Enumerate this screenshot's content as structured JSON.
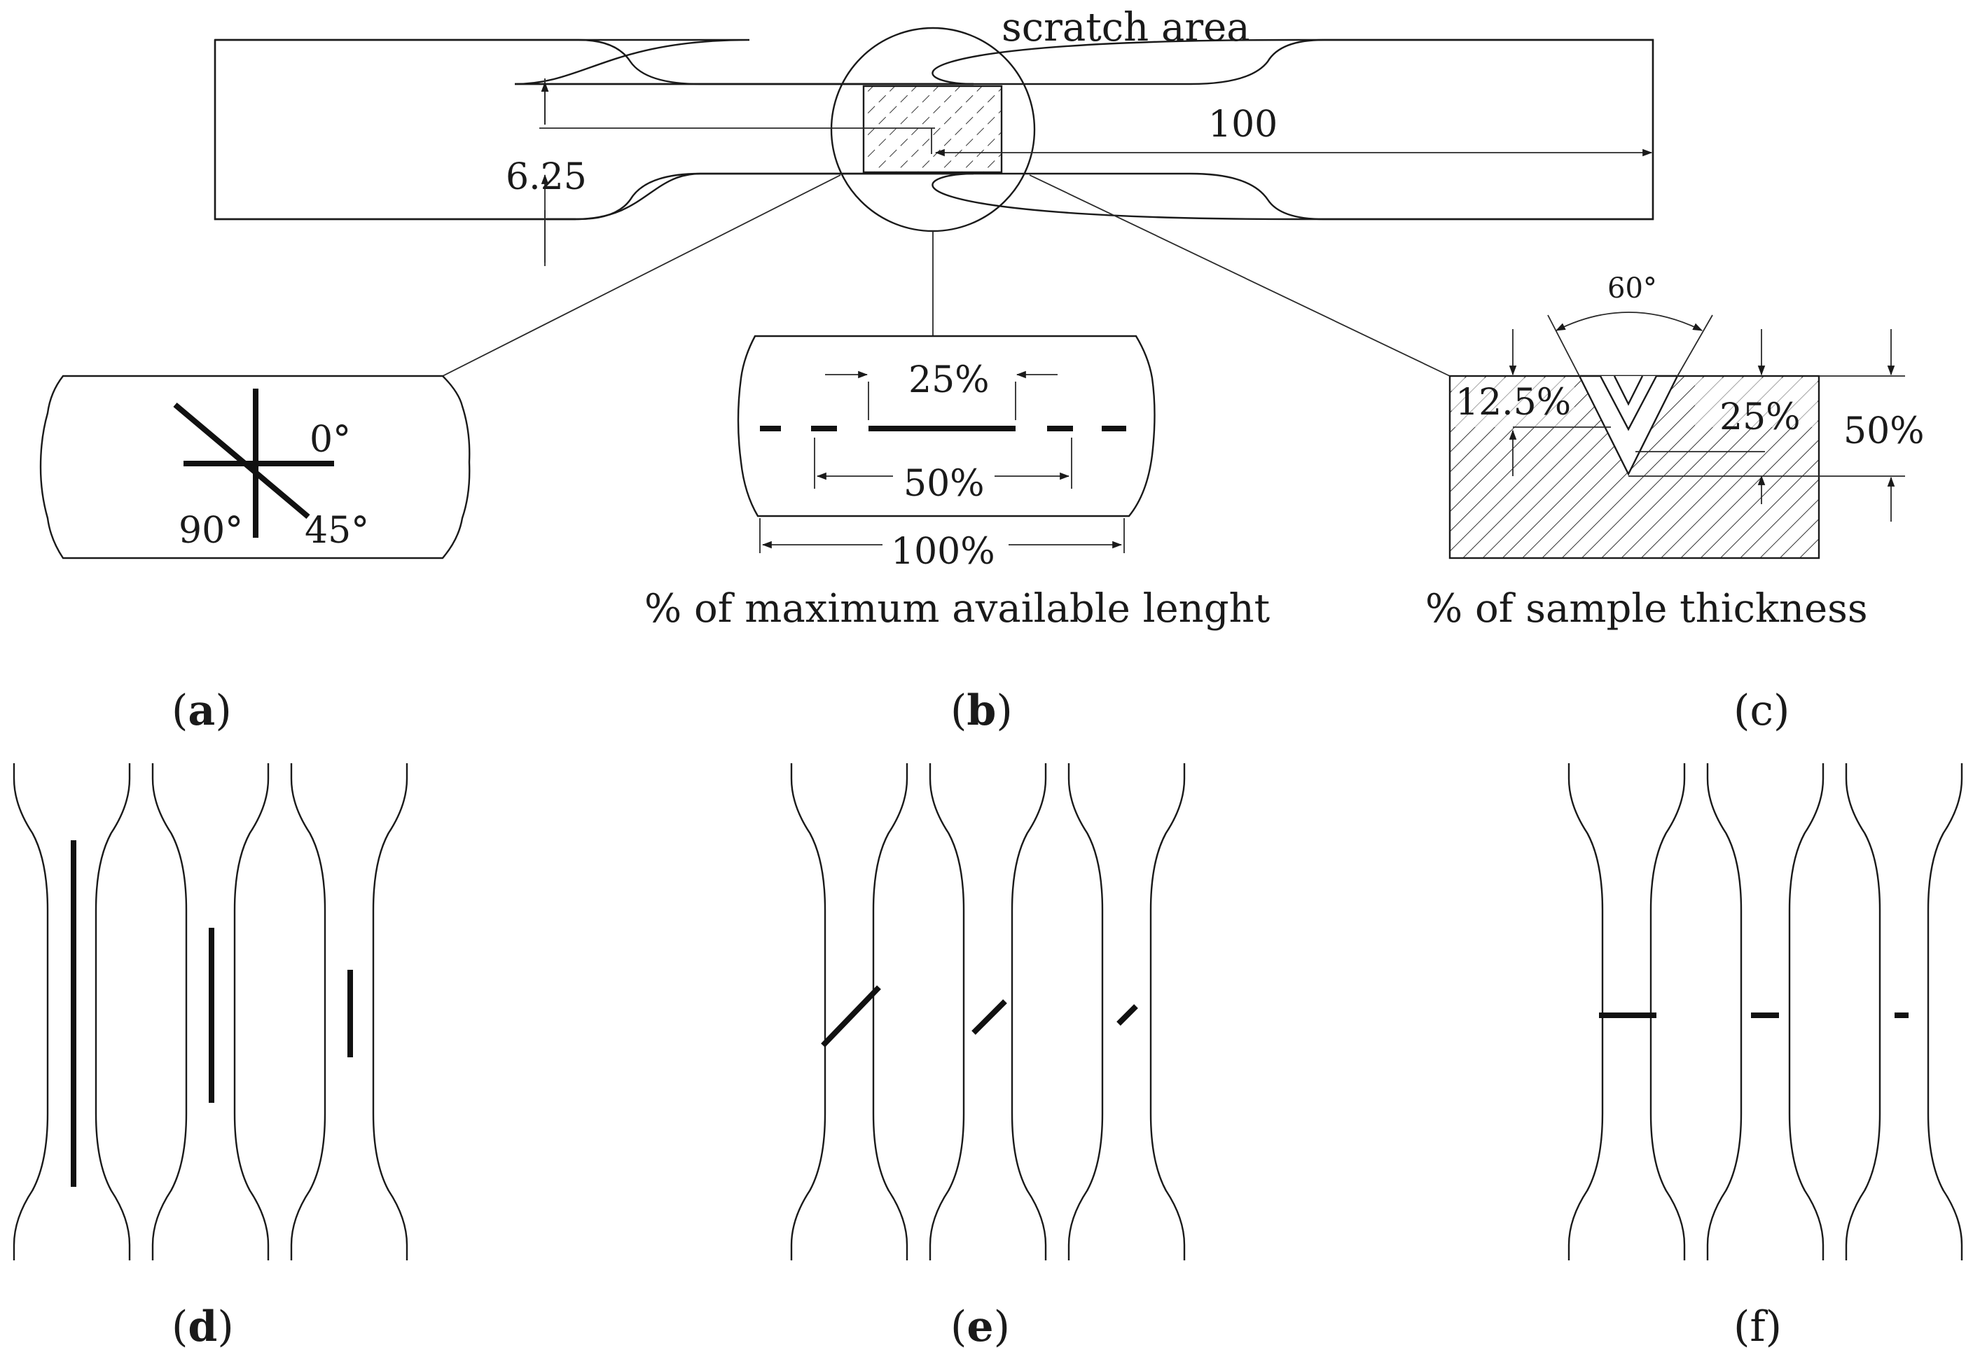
{
  "top": {
    "scratch_area_label": "scratch area",
    "length_label": "100",
    "width_label": "6.25"
  },
  "panel_a": {
    "angle_0": "0°",
    "angle_45": "45°",
    "angle_90": "90°",
    "label_open": "(",
    "label_letter": "a",
    "label_close": ")"
  },
  "panel_b": {
    "length_25": "25%",
    "length_50": "50%",
    "length_100": "100%",
    "caption": "% of maximum available lenght",
    "label_open": "(",
    "label_letter": "b",
    "label_close": ")"
  },
  "panel_c": {
    "notch_angle": "60°",
    "depth_12_5": "12.5%",
    "depth_25": "25%",
    "depth_50": "50%",
    "caption": "% of sample thickness",
    "label_open": "(",
    "label_letter": "c",
    "label_close": ")"
  },
  "panel_d": {
    "label_open": "(",
    "label_letter": "d",
    "label_close": ")"
  },
  "panel_e": {
    "label_open": "(",
    "label_letter": "e",
    "label_close": ")"
  },
  "panel_f": {
    "label_open": "(",
    "label_letter": "f",
    "label_close": ")"
  }
}
